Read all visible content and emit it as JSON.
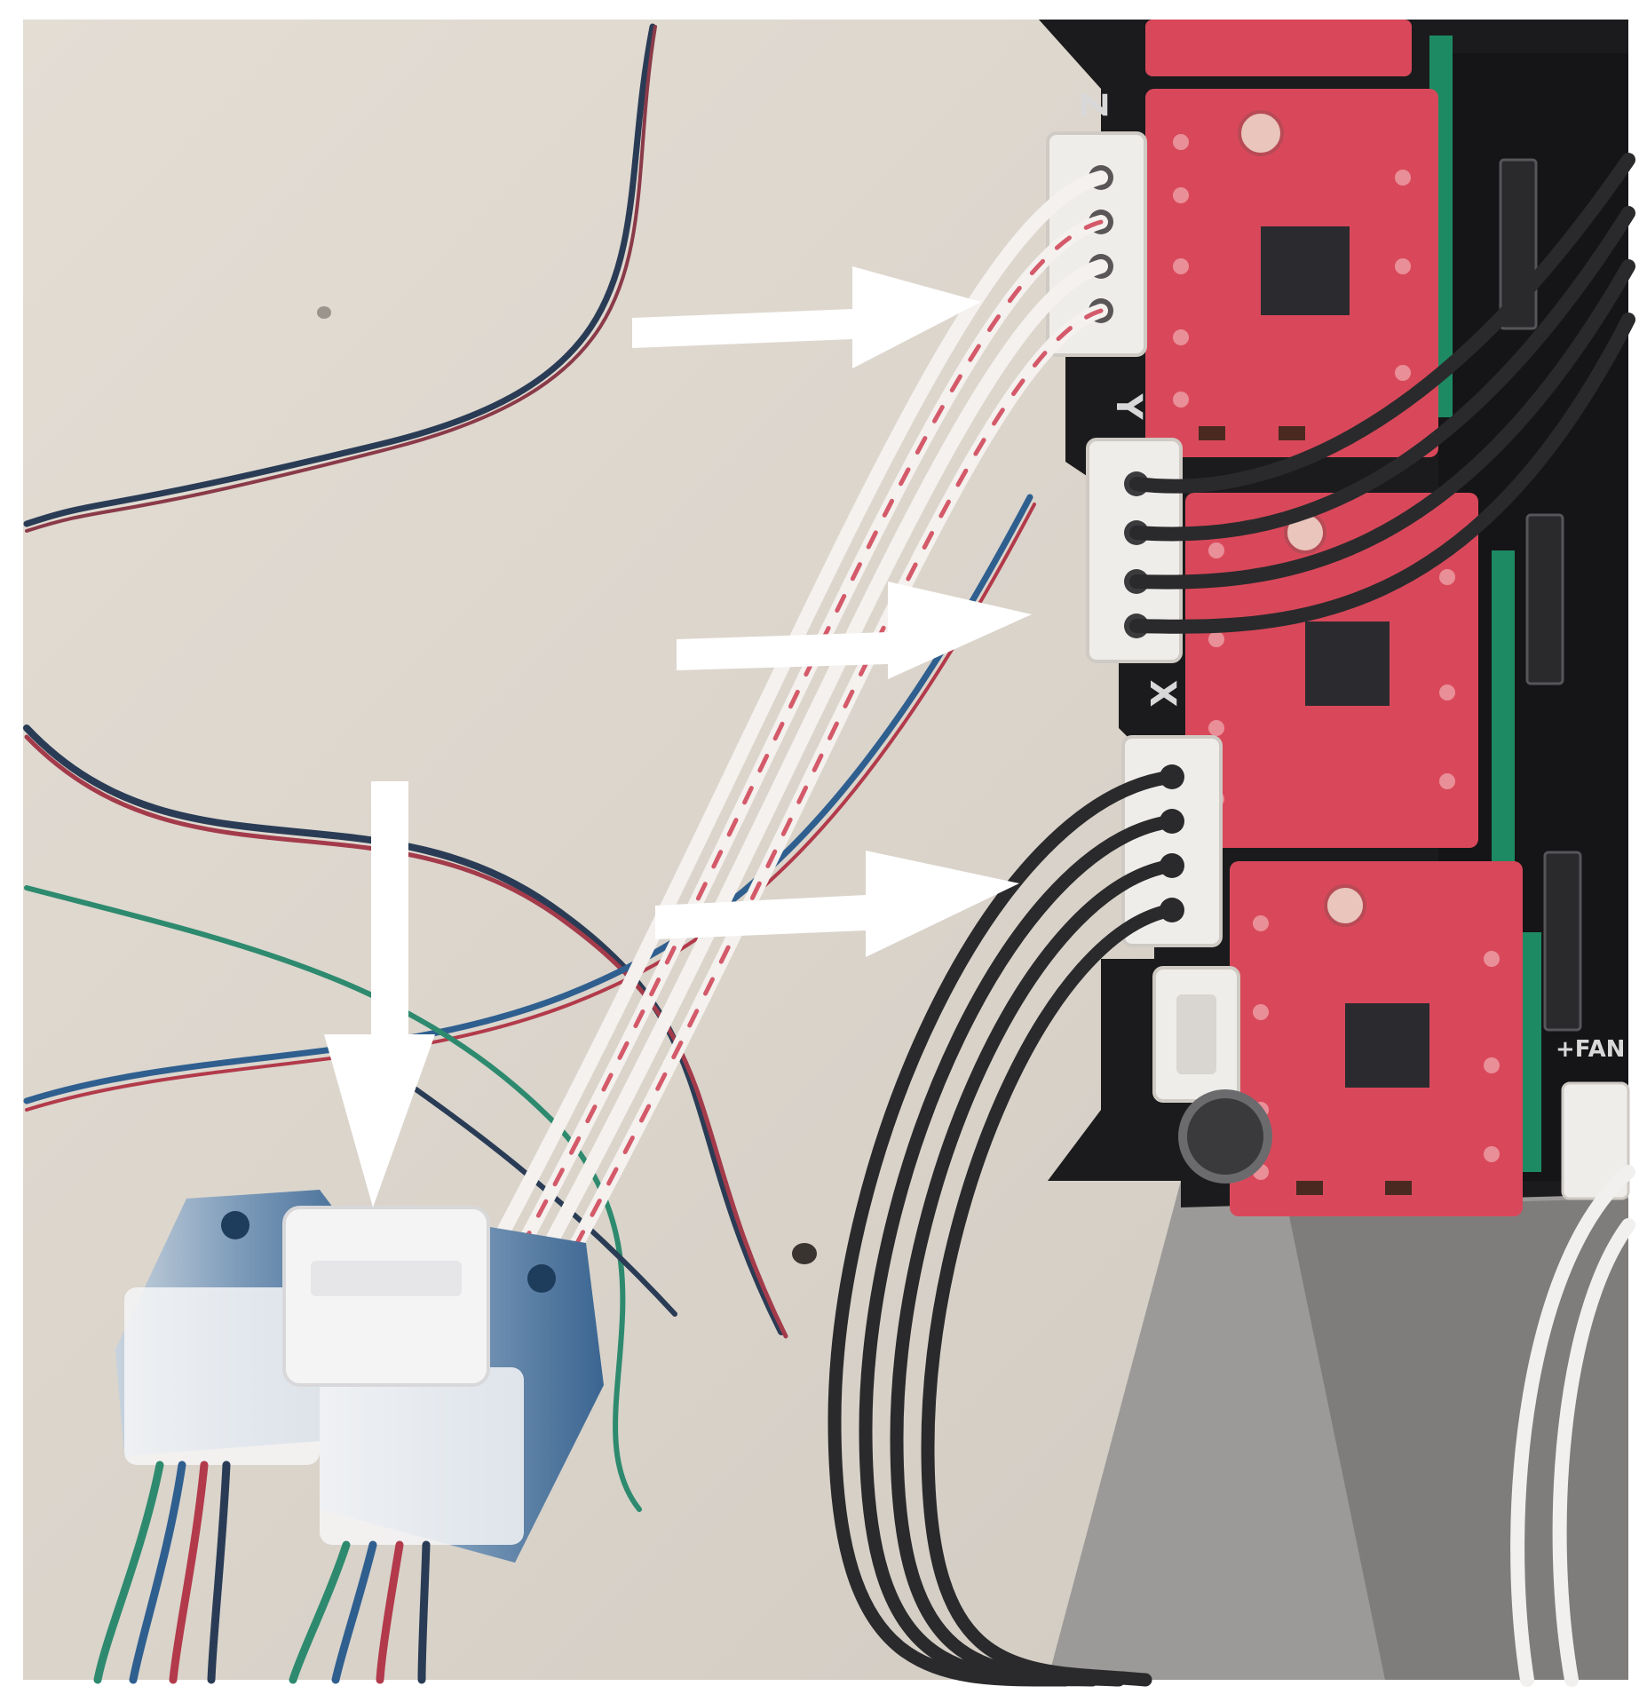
{
  "photo": {
    "board_labels": {
      "z_label": "Z",
      "y_label": "Y",
      "x_label": "X",
      "fan_label": "+FAN"
    },
    "colors": {
      "background_wall": "#ded8cf",
      "board_black": "#1b1b1d",
      "driver_red": "#d9485a",
      "driver_chip": "#2b2b2f",
      "header_green": "#1d8a63",
      "connector_white": "#efedea",
      "ribbon_stripe": "#d45a6a",
      "black_cable": "#2a2a2c",
      "arrow_white": "#ffffff",
      "cable_blue": "#2f5f8f",
      "cable_red": "#b23a4a",
      "cable_green": "#2e8a6e",
      "module_blue": "#2f5e8c"
    },
    "annotations": [
      {
        "name": "arrow-to-z-connector-icon",
        "direction": "right"
      },
      {
        "name": "arrow-to-y-connector-icon",
        "direction": "right"
      },
      {
        "name": "arrow-to-x-connector-icon",
        "direction": "right"
      },
      {
        "name": "arrow-to-sensor-modules-icon",
        "direction": "down"
      }
    ]
  }
}
